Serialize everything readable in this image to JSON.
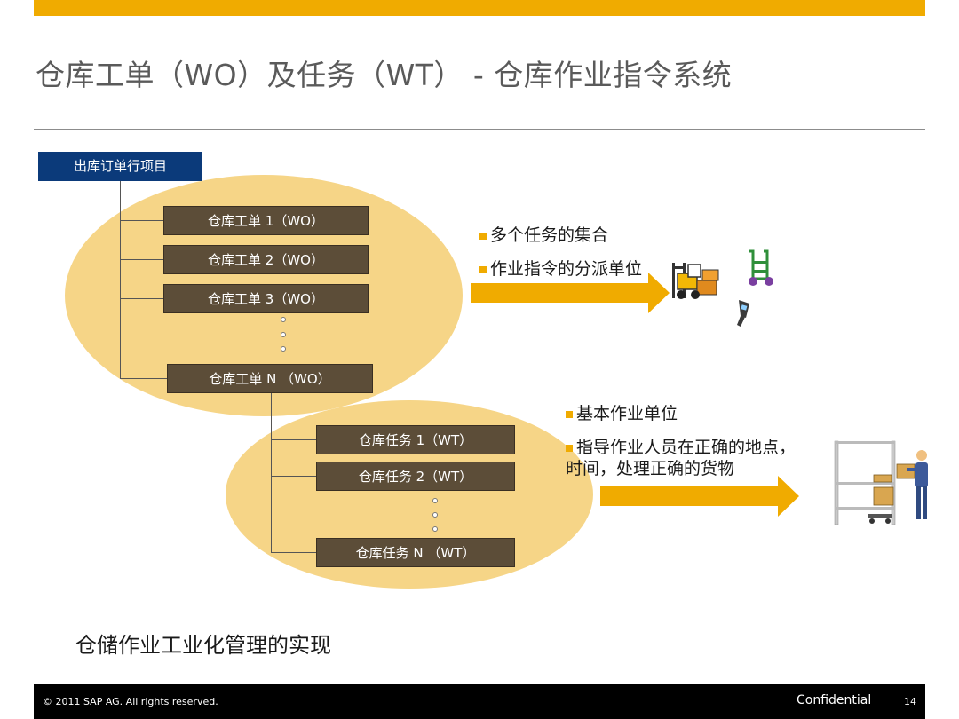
{
  "title": "仓库工单（WO）及任务（WT） - 仓库作业指令系统",
  "nav_label": "出库订单行项目",
  "work_orders": [
    "仓库工单 1（WO）",
    "仓库工单 2（WO）",
    "仓库工单 3（WO）",
    "仓库工单 N （WO）"
  ],
  "tasks": [
    "仓库任务 1（WT）",
    "仓库任务 2（WT）",
    "仓库任务 N （WT）"
  ],
  "wo_notes": [
    "多个任务的集合",
    "作业指令的分派单位"
  ],
  "wt_notes": [
    "基本作业单位",
    "指导作业人员在正确的地点，",
    "时间，处理正确的货物"
  ],
  "bottom_text": "仓储作业工业化管理的实现",
  "footer": {
    "copyright": "© 2011 SAP AG. All rights reserved.",
    "confidential": "Confidential",
    "page": "14"
  },
  "colors": {
    "accent": "#f0ab00",
    "ellipse": "#f6d587",
    "box": "#5c4d38",
    "nav": "#0b3a7a"
  },
  "icons": [
    "forklift-icon",
    "hand-truck-icon",
    "scanner-icon",
    "worker-shelf-icon"
  ]
}
